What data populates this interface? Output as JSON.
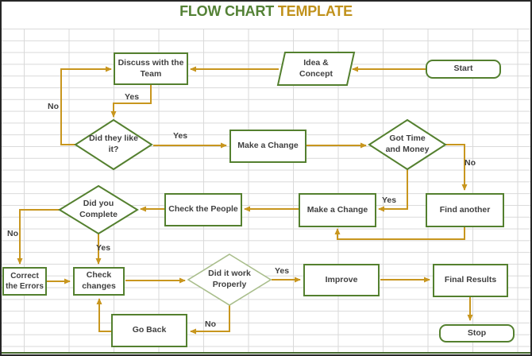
{
  "title": {
    "part1": "FLOW CHART",
    "part2": "TEMPLATE"
  },
  "colors": {
    "shape_border_green": "#54802F",
    "decision_light_green": "#A9BE8C",
    "connector_gold": "#C8961E",
    "title_green": "#538135",
    "title_gold": "#C0911B",
    "shape_text": "#3F3F3F",
    "grid_line": "#D9D9D9",
    "bottom_rule_green": "#44682D"
  },
  "nodes": {
    "start": {
      "label": "Start",
      "shape": "terminator"
    },
    "idea": {
      "label": "Idea & Concept",
      "shape": "parallelogram"
    },
    "discuss": {
      "label": "Discuss with the Team",
      "shape": "rect"
    },
    "like": {
      "label": "Did they like it?",
      "shape": "diamond"
    },
    "make_change_1": {
      "label": "Make a Change",
      "shape": "rect"
    },
    "got_time": {
      "label": "Got Time and Money",
      "shape": "diamond"
    },
    "find_another": {
      "label": "Find another",
      "shape": "rect"
    },
    "make_change_2": {
      "label": "Make a Change",
      "shape": "rect"
    },
    "check_people": {
      "label": "Check the People",
      "shape": "rect"
    },
    "complete": {
      "label": "Did you Complete",
      "shape": "diamond"
    },
    "correct_errors": {
      "label": "Correct the Errors",
      "shape": "rect"
    },
    "check_changes": {
      "label": "Check changes",
      "shape": "rect"
    },
    "did_work": {
      "label": "Did it work Properly",
      "shape": "diamond"
    },
    "improve": {
      "label": "Improve",
      "shape": "rect"
    },
    "go_back": {
      "label": "Go Back",
      "shape": "rect"
    },
    "final_results": {
      "label": "Final Results",
      "shape": "rect"
    },
    "stop": {
      "label": "Stop",
      "shape": "terminator"
    }
  },
  "edges": [
    {
      "from": "start",
      "to": "idea",
      "label": ""
    },
    {
      "from": "idea",
      "to": "discuss",
      "label": ""
    },
    {
      "from": "discuss",
      "to": "like",
      "label": "Yes"
    },
    {
      "from": "like",
      "to": "discuss",
      "label": "No"
    },
    {
      "from": "like",
      "to": "make_change_1",
      "label": "Yes"
    },
    {
      "from": "make_change_1",
      "to": "got_time",
      "label": ""
    },
    {
      "from": "got_time",
      "to": "find_another",
      "label": "No"
    },
    {
      "from": "got_time",
      "to": "make_change_2",
      "label": "Yes"
    },
    {
      "from": "find_another",
      "to": "make_change_2",
      "label": ""
    },
    {
      "from": "make_change_2",
      "to": "check_people",
      "label": ""
    },
    {
      "from": "check_people",
      "to": "complete",
      "label": ""
    },
    {
      "from": "complete",
      "to": "correct_errors",
      "label": "No"
    },
    {
      "from": "complete",
      "to": "check_changes",
      "label": "Yes"
    },
    {
      "from": "correct_errors",
      "to": "check_changes",
      "label": ""
    },
    {
      "from": "check_changes",
      "to": "did_work",
      "label": ""
    },
    {
      "from": "did_work",
      "to": "improve",
      "label": "Yes"
    },
    {
      "from": "improve",
      "to": "final_results",
      "label": ""
    },
    {
      "from": "final_results",
      "to": "stop",
      "label": ""
    },
    {
      "from": "did_work",
      "to": "go_back",
      "label": "No"
    },
    {
      "from": "go_back",
      "to": "check_changes",
      "label": ""
    }
  ]
}
